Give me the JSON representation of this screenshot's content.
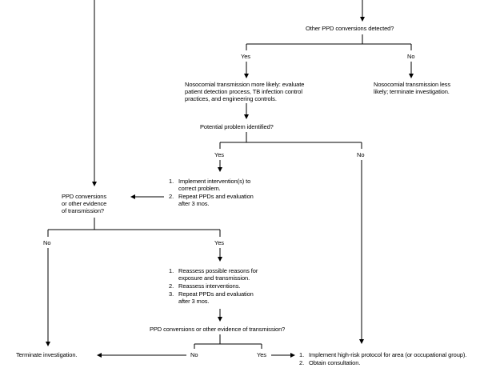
{
  "q_other_ppd": "Other PPD conversions detected?",
  "yes_1": "Yes",
  "no_1": "No",
  "nosocomial_likely": [
    "Nosocomial transmission more likely: evaluate",
    "patient detection process, TB infection control",
    "practices, and engineering controls."
  ],
  "nosocomial_less": [
    "Nosocomial transmission less",
    "likely; terminate investigation."
  ],
  "q_problem": "Potential problem identified?",
  "yes_2": "Yes",
  "no_2": "No",
  "implement_list": [
    {
      "num": "1.",
      "lines": [
        "Implement intervention(s) to",
        "correct problem."
      ]
    },
    {
      "num": "2.",
      "lines": [
        "Repeat PPDs and evaluation",
        "after 3 mos."
      ]
    }
  ],
  "q_ppd_transmission_left": [
    "PPD conversions",
    "or other evidence",
    "of transmission?"
  ],
  "no_3": "No",
  "yes_3": "Yes",
  "reassess_list": [
    {
      "num": "1.",
      "lines": [
        "Reassess possible reasons for",
        "exposure and transmission."
      ]
    },
    {
      "num": "2.",
      "lines": [
        "Reassess interventions."
      ]
    },
    {
      "num": "3.",
      "lines": [
        "Repeat PPDs and evaluation",
        "after 3 mos."
      ]
    }
  ],
  "q_ppd_transmission_bottom": "PPD conversions or other evidence of transmission?",
  "no_4": "No",
  "yes_4": "Yes",
  "terminate": "Terminate investigation.",
  "high_risk_list": [
    {
      "num": "1.",
      "lines": [
        "Implement high-risk protocol for area (or occupational group)."
      ]
    },
    {
      "num": "2.",
      "lines": [
        "Obtain consultation."
      ]
    }
  ]
}
